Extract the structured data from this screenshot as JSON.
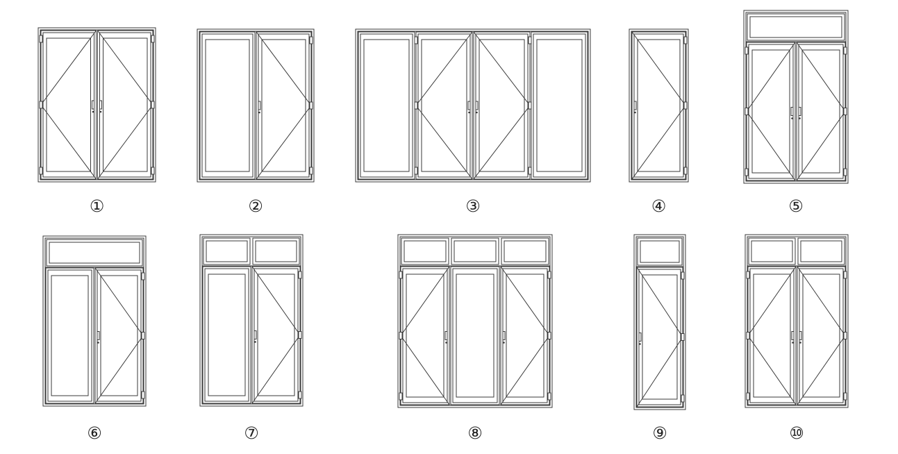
{
  "windows": [
    {
      "label": "①",
      "transoms": 0,
      "sashes": [
        "open-left",
        "open-right"
      ]
    },
    {
      "label": "②",
      "transoms": 0,
      "sashes": [
        "fixed",
        "open-right"
      ]
    },
    {
      "label": "③",
      "transoms": 0,
      "sashes": [
        "fixed",
        "open-left",
        "open-right",
        "fixed"
      ]
    },
    {
      "label": "④",
      "transoms": 0,
      "sashes": [
        "open-right"
      ]
    },
    {
      "label": "⑤",
      "transoms": 1,
      "sashes": [
        "open-left",
        "open-right"
      ]
    },
    {
      "label": "⑥",
      "transoms": 1,
      "sashes": [
        "fixed",
        "open-right"
      ]
    },
    {
      "label": "⑦",
      "transoms": 2,
      "sashes": [
        "fixed",
        "open-right"
      ]
    },
    {
      "label": "⑧",
      "transoms": 3,
      "sashes": [
        "open-left",
        "fixed",
        "open-right"
      ]
    },
    {
      "label": "⑨",
      "transoms": 1,
      "sashes": [
        "open-right"
      ]
    },
    {
      "label": "⑩",
      "transoms": 2,
      "sashes": [
        "open-left",
        "open-right"
      ]
    }
  ],
  "colors": {
    "line": "#3a3a3a",
    "fill": "#ffffff"
  }
}
